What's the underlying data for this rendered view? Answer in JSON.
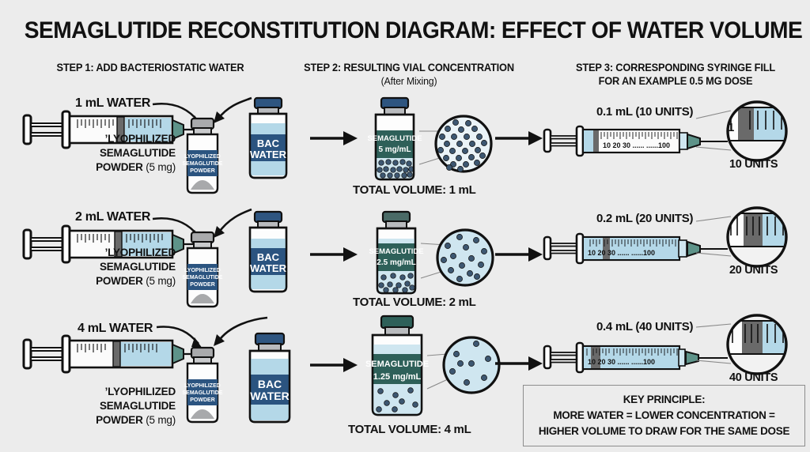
{
  "title": "SEMAGLUTIDE RECONSTITUTION DIAGRAM: EFFECT OF WATER VOLUME",
  "steps": {
    "step1": "STEP 1: ADD BACTERIOSTATIC WATER",
    "step2_line1": "STEP 2: RESULTING VIAL CONCENTRATION",
    "step2_line2": "(After Mixing)",
    "step3_line1": "STEP 3: CORRESPONDING SYRINGE FILL",
    "step3_line2": "FOR AN EXAMPLE 0.5 MG DOSE"
  },
  "common": {
    "powder_label_line1": "’LYOPHILIZED",
    "powder_label_line2": "SEMAGLUTIDE",
    "powder_label_line3": "POWDER",
    "powder_label_mg": "(5 mg)",
    "powder_vial_text_line1": "LYOPHILIZED",
    "powder_vial_text_line2": "SEMAGLUTIDE",
    "powder_vial_text_line3": "POWDER",
    "bac_water_line1": "BAC",
    "bac_water_line2": "WATER",
    "vial_drug_name": "SEMAGLUTIDE",
    "syringe_ticks": [
      "10",
      "20",
      "30",
      "......",
      "......",
      "100"
    ],
    "syringe_scale_text": "10  20  30  ......  ......100"
  },
  "rows": [
    {
      "water_volume": "1 mL WATER",
      "concentration": "5 mg/mL",
      "total_volume": "TOTAL VOLUME: 1 mL",
      "dose_draw": "0.1 mL (10 UNITS)",
      "units": "10 UNITS",
      "magnifier_dots": 26,
      "fill_fraction": 0.1
    },
    {
      "water_volume": "2 mL WATER",
      "concentration": "2.5 mg/mL",
      "total_volume": "TOTAL VOLUME: 2 mL",
      "dose_draw": "0.2 mL (20 UNITS)",
      "units": "20 UNITS",
      "magnifier_dots": 14,
      "fill_fraction": 0.2
    },
    {
      "water_volume": "4 mL WATER",
      "concentration": "1.25 mg/mL",
      "total_volume": "TOTAL VOLUME: 4 mL",
      "dose_draw": "0.4 mL (40 UNITS)",
      "units": "40 UNITS",
      "magnifier_dots": 8,
      "fill_fraction": 0.4
    }
  ],
  "key_principle": {
    "line1": "KEY PRINCIPLE:",
    "line2": "MORE WATER = LOWER CONCENTRATION =",
    "line3": "HIGHER VOLUME TO DRAW FOR THE SAME DOSE"
  },
  "colors": {
    "background": "#ececec",
    "ink": "#111111",
    "water_blue": "#b4d8e8",
    "deep_blue": "#2b5480",
    "cap_blue": "#2e5580",
    "teal_label": "#2e6059",
    "teal_needle": "#5e9389",
    "grey_cap": "#a9aaac",
    "powder_grey": "#a8a9ab",
    "plunger_grey": "#6a6a6a",
    "dot_navy": "#3d5771"
  }
}
